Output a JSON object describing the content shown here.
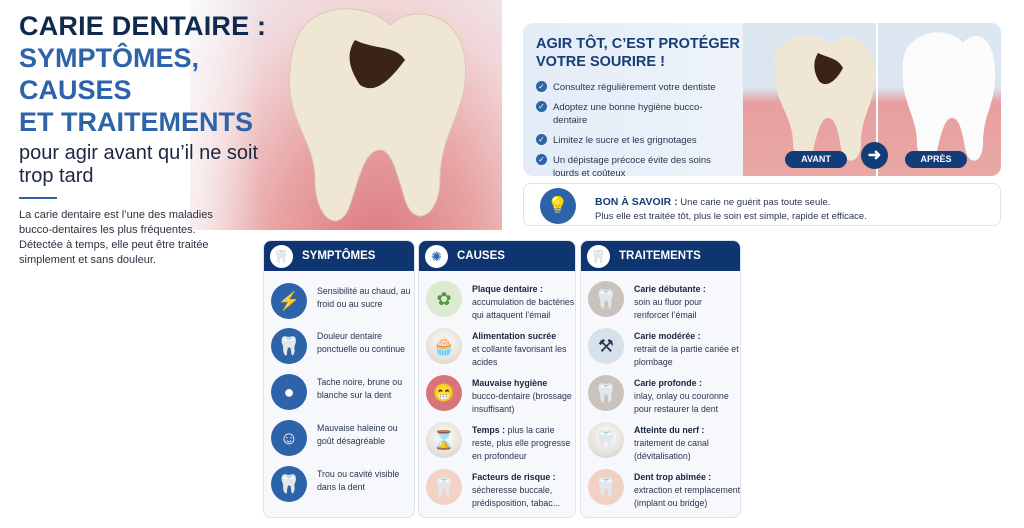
{
  "hero": {
    "title_line1": "CARIE DENTAIRE :",
    "title_line2": "SYMPTÔMES, CAUSES",
    "title_line3": "ET TRAITEMENTS",
    "subtitle": "pour agir avant qu’il ne soit trop tard",
    "intro": "La carie dentaire est l’une des maladies bucco-dentaires les plus fréquentes. Détectée à temps, elle peut être traitée simplement et sans douleur."
  },
  "prevention": {
    "title": "AGIR TÔT, C’EST PROTÉGER VOTRE SOURIRE !",
    "items": [
      "Consultez régulièrement votre dentiste",
      "Adoptez une bonne hygiène bucco-dentaire",
      "Limitez le sucre et les grignotages",
      "Un dépistage précoce évite des soins lourds et coûteux"
    ],
    "before_label": "AVANT",
    "after_label": "APRÈS"
  },
  "tip": {
    "label": "BON À SAVOIR :",
    "line1": "Une carie ne guérit pas toute seule.",
    "line2": "Plus elle est traitée tôt, plus le soin est simple, rapide et efficace."
  },
  "symptoms": {
    "title": "SYMPTÔMES",
    "items": [
      {
        "text": "Sensibilité au chaud, au froid ou au sucre",
        "icon": "tooth-lightning-icon"
      },
      {
        "text": "Douleur dentaire ponctuelle ou continue",
        "icon": "tooth-icon"
      },
      {
        "text": "Tache noire, brune ou blanche sur la dent",
        "icon": "tooth-spot-icon"
      },
      {
        "text": "Mauvaise haleine ou goût désagréable",
        "icon": "head-breath-icon"
      },
      {
        "text": "Trou ou cavité visible dans la dent",
        "icon": "tooth-cavity-icon"
      }
    ]
  },
  "causes": {
    "title": "CAUSES",
    "items": [
      {
        "bold": "Plaque dentaire :",
        "text": "accumulation de bactéries qui attaquent l’émail"
      },
      {
        "bold": "Alimentation sucrée",
        "text": "et collante favorisant les acides"
      },
      {
        "bold": "Mauvaise hygiène",
        "text": "bucco-dentaire (brossage insuffisant)"
      },
      {
        "bold": "Temps :",
        "text": "plus la carie reste, plus elle progresse en profondeur"
      },
      {
        "bold": "Facteurs de risque :",
        "text": "sécheresse buccale, prédisposition, tabac..."
      }
    ]
  },
  "treatments": {
    "title": "TRAITEMENTS",
    "items": [
      {
        "bold": "Carie débutante :",
        "text": "soin au fluor pour renforcer l’émail"
      },
      {
        "bold": "Carie modérée :",
        "text": "retrait de la partie cariée et plombage"
      },
      {
        "bold": "Carie profonde :",
        "text": "inlay, onlay ou couronne pour restaurer la dent"
      },
      {
        "bold": "Atteinte du nerf :",
        "text": "traitement de canal (dévitalisation)"
      },
      {
        "bold": "Dent trop abîmée :",
        "text": "extraction et remplacement (implant ou bridge)"
      }
    ]
  },
  "colors": {
    "navy": "#0e3570",
    "accent": "#2d63a8"
  }
}
